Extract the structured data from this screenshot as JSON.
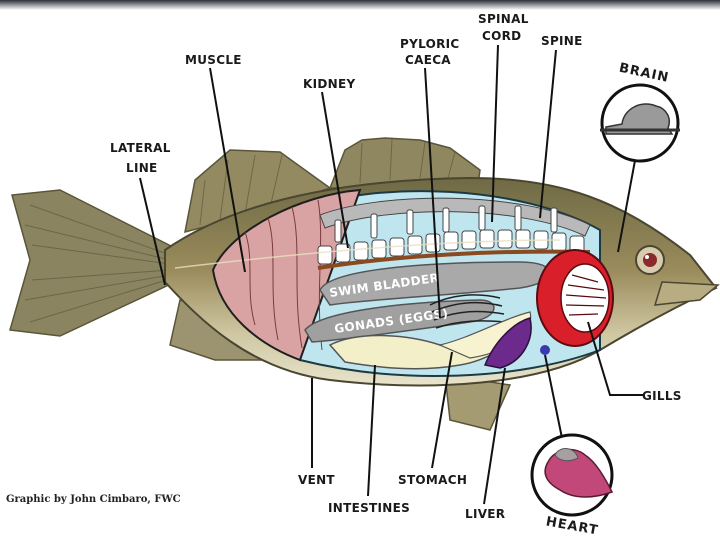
{
  "labels": {
    "muscle": "MUSCLE",
    "lateral_line_1": "LATERAL",
    "lateral_line_2": "LINE",
    "kidney": "KIDNEY",
    "pyloric_1": "PYLORIC",
    "pyloric_2": "CAECA",
    "spinal_1": "SPINAL",
    "spinal_2": "CORD",
    "spine": "SPINE",
    "brain": "BRAIN",
    "swim_bladder": "SWIM BLADDER",
    "gonads": "GONADS (EGGS)",
    "gills": "GILLS",
    "vent": "VENT",
    "intestines": "INTESTINES",
    "stomach": "STOMACH",
    "liver": "LIVER",
    "heart": "HEART"
  },
  "credit": "Graphic by John Cimbaro, FWC",
  "colors": {
    "body": "#8f8355",
    "belly": "#d8d2b0",
    "muscle": "#d9a3a3",
    "cavity": "#bfe6ef",
    "bladder": "#a9a9a9",
    "gills": "#d91f2a",
    "liver": "#6b2a8c",
    "heart": "#c2487a",
    "intestine": "#f3efc8"
  }
}
